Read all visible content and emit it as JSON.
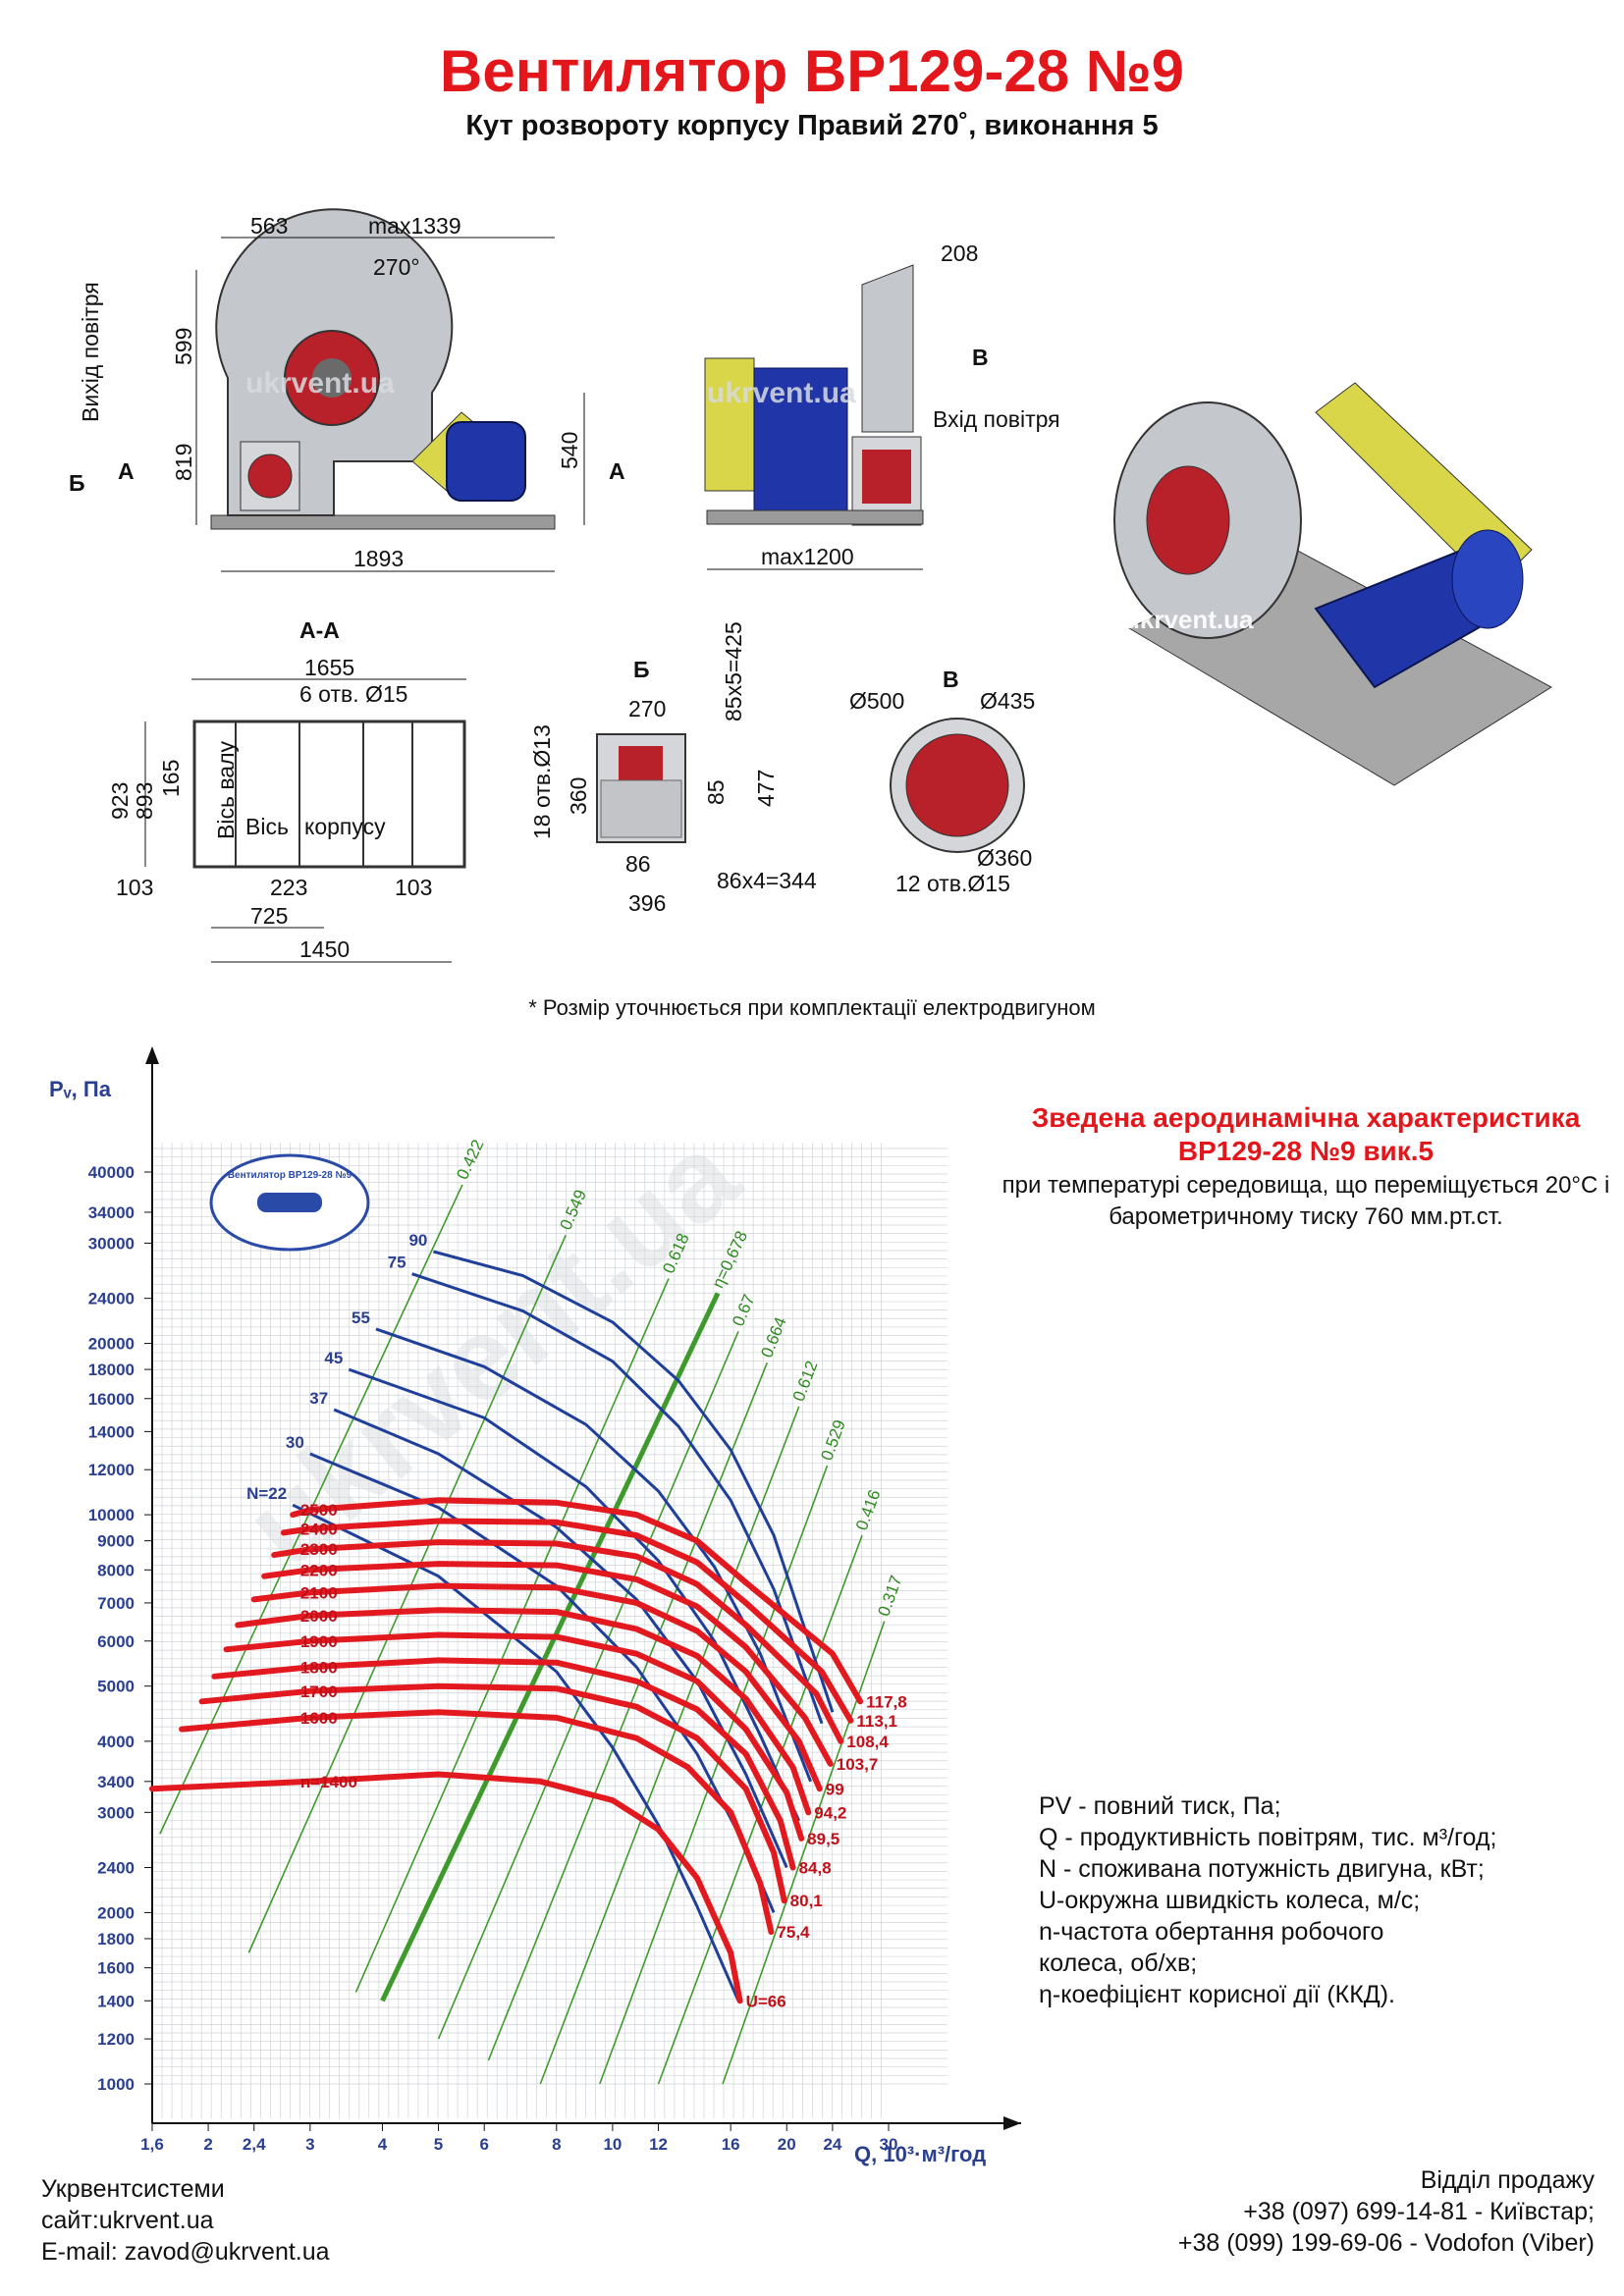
{
  "header": {
    "title": "Вентилятор ВР129-28 №9",
    "subtitle": "Кут розвороту корпусу Правий 270˚, виконання 5"
  },
  "drawings": {
    "front_view": {
      "dims": [
        "563",
        "max1339",
        "270°",
        "599",
        "819",
        "540",
        "1893"
      ],
      "side_labels": [
        "Вихід повітря",
        "Б",
        "А",
        "А"
      ],
      "watermark": "ukrvent.ua"
    },
    "side_view": {
      "dims": [
        "208",
        "max1200"
      ],
      "labels": [
        "В",
        "Вхід повітря"
      ],
      "watermark": "ukrvent.ua"
    },
    "iso_view": {
      "watermark": "ukrvent.ua"
    },
    "section_aa": {
      "title": "А-А",
      "dims": [
        "1655",
        "6 отв. Ø15",
        "923",
        "893",
        "165",
        "103",
        "223",
        "103",
        "725",
        "1450"
      ],
      "labels": [
        "Вісь валу",
        "Вісь",
        "корпусу"
      ]
    },
    "view_b": {
      "title": "Б",
      "dims": [
        "270",
        "85x5=425",
        "18 отв.Ø13",
        "360",
        "85",
        "477",
        "86",
        "86x4=344",
        "396"
      ]
    },
    "view_v": {
      "title": "В",
      "dims": [
        "Ø500",
        "Ø435",
        "Ø360",
        "12 отв.Ø15"
      ]
    }
  },
  "note": "* Розмір уточнюється при комплектації електродвигуном",
  "chart_title": "Зведена аеродинамічна характеристика ВР129-28 №9 вик.5",
  "chart_conditions": "при температурі середовища, що переміщується 20°С і барометричному тиску 760 мм.рт.ст.",
  "legend": [
    "PV - повний тиск, Па;",
    "Q - продуктивність повітрям, тис. м³/год;",
    "N - споживана потужність двигуна, кВт;",
    "U-окружна швидкість колеса, м/с;",
    "n-частота обертання робочого",
    "колеса, об/хв;",
    "η-коефіцієнт корисної дії (ККД)."
  ],
  "footer": {
    "company": "Укрвентсистеми",
    "site": "сайт:ukrvent.ua",
    "email": "E-mail: zavod@ukrvent.ua",
    "sales": "Відділ продажу",
    "phone1": "+38 (097) 699-14-81 - Київстар;",
    "phone2": "+38 (099) 199-69-06 - Vodofon (Viber)"
  },
  "chart_data": {
    "type": "line",
    "xlabel": "Q, 10³·м³/год",
    "ylabel": "Pᵥ, Па",
    "x_scale": "log",
    "y_scale": "log",
    "x_ticks": [
      "1,6",
      "2",
      "2,4",
      "3",
      "4",
      "5",
      "6",
      "8",
      "10",
      "12",
      "16",
      "20",
      "24",
      "30"
    ],
    "y_ticks": [
      "40000",
      "34000",
      "30000",
      "24000",
      "20000",
      "18000",
      "16000",
      "14000",
      "12000",
      "10000",
      "9000",
      "8000",
      "7000",
      "6000",
      "5000",
      "4000",
      "3400",
      "3000",
      "2400",
      "2000",
      "1800",
      "1600",
      "1400",
      "1200",
      "1000"
    ],
    "logo_text": "Вентилятор ВР129-28 №9",
    "watermark": "ukrvent.ua",
    "speed_curves": [
      {
        "label": "n=1400",
        "tip": "U=66",
        "x": [
          1.6,
          3,
          5,
          7.5,
          10,
          12,
          14,
          16,
          16.6
        ],
        "y": [
          3300,
          3400,
          3500,
          3400,
          3150,
          2800,
          2300,
          1700,
          1400
        ]
      },
      {
        "label": "1600",
        "tip": "75,4",
        "x": [
          1.8,
          3,
          5,
          8,
          11,
          13.5,
          16,
          18,
          18.8
        ],
        "y": [
          4200,
          4400,
          4500,
          4400,
          4050,
          3600,
          3000,
          2250,
          1850
        ]
      },
      {
        "label": "1700",
        "tip": "80,1",
        "x": [
          1.95,
          3,
          5,
          8,
          11,
          14,
          17,
          19,
          19.8
        ],
        "y": [
          4700,
          4900,
          5000,
          4950,
          4600,
          4050,
          3300,
          2550,
          2100
        ]
      },
      {
        "label": "1800",
        "tip": "84,8",
        "x": [
          2.05,
          3,
          5,
          8,
          11,
          14,
          17,
          19.5,
          20.5
        ],
        "y": [
          5200,
          5400,
          5550,
          5500,
          5100,
          4550,
          3800,
          2900,
          2400
        ]
      },
      {
        "label": "1900",
        "tip": "89,5",
        "x": [
          2.15,
          3,
          5,
          8,
          11,
          14,
          17,
          20,
          21.2
        ],
        "y": [
          5800,
          6000,
          6150,
          6100,
          5700,
          5100,
          4200,
          3250,
          2700
        ]
      },
      {
        "label": "2000",
        "tip": "94,2",
        "x": [
          2.25,
          3,
          5,
          8,
          11,
          14,
          17,
          20.5,
          21.8
        ],
        "y": [
          6400,
          6650,
          6800,
          6750,
          6300,
          5650,
          4750,
          3600,
          3000
        ]
      },
      {
        "label": "2100",
        "tip": "99",
        "x": [
          2.4,
          3,
          5,
          8,
          11,
          14,
          17,
          21,
          22.8
        ],
        "y": [
          7100,
          7300,
          7500,
          7450,
          7000,
          6250,
          5300,
          4000,
          3300
        ]
      },
      {
        "label": "2200",
        "tip": "103,7",
        "x": [
          2.5,
          3,
          5,
          8,
          11,
          14,
          17,
          21.5,
          23.8
        ],
        "y": [
          7800,
          8000,
          8200,
          8150,
          7700,
          6900,
          5850,
          4400,
          3650
        ]
      },
      {
        "label": "2300",
        "tip": "108,4",
        "x": [
          2.6,
          3,
          5,
          8,
          11,
          14,
          17,
          22.5,
          24.8
        ],
        "y": [
          8500,
          8700,
          8950,
          8900,
          8450,
          7550,
          6400,
          4850,
          4000
        ]
      },
      {
        "label": "2400",
        "tip": "113,1",
        "x": [
          2.7,
          3,
          5,
          8,
          11,
          14,
          17,
          23,
          25.8
        ],
        "y": [
          9300,
          9450,
          9750,
          9700,
          9200,
          8250,
          7000,
          5300,
          4350
        ]
      },
      {
        "label": "2500",
        "tip": "117,8",
        "x": [
          2.8,
          3,
          5,
          8,
          11,
          14,
          17,
          24,
          26.8
        ],
        "y": [
          10000,
          10200,
          10600,
          10500,
          10000,
          9000,
          7600,
          5700,
          4700
        ]
      }
    ],
    "power_curves": [
      {
        "label": "N=22",
        "x": [
          2.8,
          5,
          8,
          10,
          12,
          14,
          16.5
        ],
        "y": [
          10400,
          7800,
          5300,
          3900,
          2850,
          2050,
          1400
        ]
      },
      {
        "label": "30",
        "x": [
          3,
          5,
          8,
          11,
          14,
          17,
          19
        ],
        "y": [
          12800,
          10300,
          7500,
          5400,
          3800,
          2600,
          2000
        ]
      },
      {
        "label": "37",
        "x": [
          3.3,
          5,
          8,
          11,
          14,
          17,
          20
        ],
        "y": [
          15300,
          12800,
          9500,
          7100,
          5100,
          3500,
          2400
        ]
      },
      {
        "label": "45",
        "x": [
          3.5,
          6,
          9,
          12,
          15,
          18,
          21
        ],
        "y": [
          18000,
          14800,
          11200,
          8300,
          6000,
          4100,
          2900
        ]
      },
      {
        "label": "55",
        "x": [
          3.9,
          6,
          9,
          12,
          15,
          18,
          22
        ],
        "y": [
          21200,
          18200,
          14400,
          11000,
          8100,
          5700,
          3400
        ]
      },
      {
        "label": "75",
        "x": [
          4.5,
          7,
          10,
          13,
          16,
          19,
          23
        ],
        "y": [
          26500,
          22800,
          18600,
          14300,
          10600,
          7400,
          4300
        ]
      },
      {
        "label": "90",
        "x": [
          4.9,
          7,
          10,
          13,
          16,
          19,
          24
        ],
        "y": [
          29000,
          26300,
          21800,
          17200,
          13000,
          9200,
          4500
        ]
      }
    ],
    "efficiency_lines": [
      {
        "label": "0.422",
        "x": [
          1.65,
          5.5
        ],
        "y": [
          2750,
          38000
        ]
      },
      {
        "label": "0.549",
        "x": [
          2.35,
          8.3
        ],
        "y": [
          1700,
          31000
        ]
      },
      {
        "label": "0.618",
        "x": [
          3.6,
          12.5
        ],
        "y": [
          1450,
          26000
        ]
      },
      {
        "label": "η=0,678",
        "x": [
          4.0,
          15.2
        ],
        "y": [
          1400,
          24500
        ]
      },
      {
        "label": "0.67",
        "x": [
          5.0,
          16.5
        ],
        "y": [
          1200,
          21000
        ]
      },
      {
        "label": "0.664",
        "x": [
          6.1,
          18.5
        ],
        "y": [
          1100,
          18500
        ]
      },
      {
        "label": "0.612",
        "x": [
          7.5,
          21.0
        ],
        "y": [
          1000,
          15500
        ]
      },
      {
        "label": "0.529",
        "x": [
          9.5,
          23.5
        ],
        "y": [
          1000,
          12200
        ]
      },
      {
        "label": "0.416",
        "x": [
          12.0,
          27.0
        ],
        "y": [
          1000,
          9200
        ]
      },
      {
        "label": "0.317",
        "x": [
          15.5,
          29.5
        ],
        "y": [
          1000,
          6500
        ]
      }
    ]
  }
}
